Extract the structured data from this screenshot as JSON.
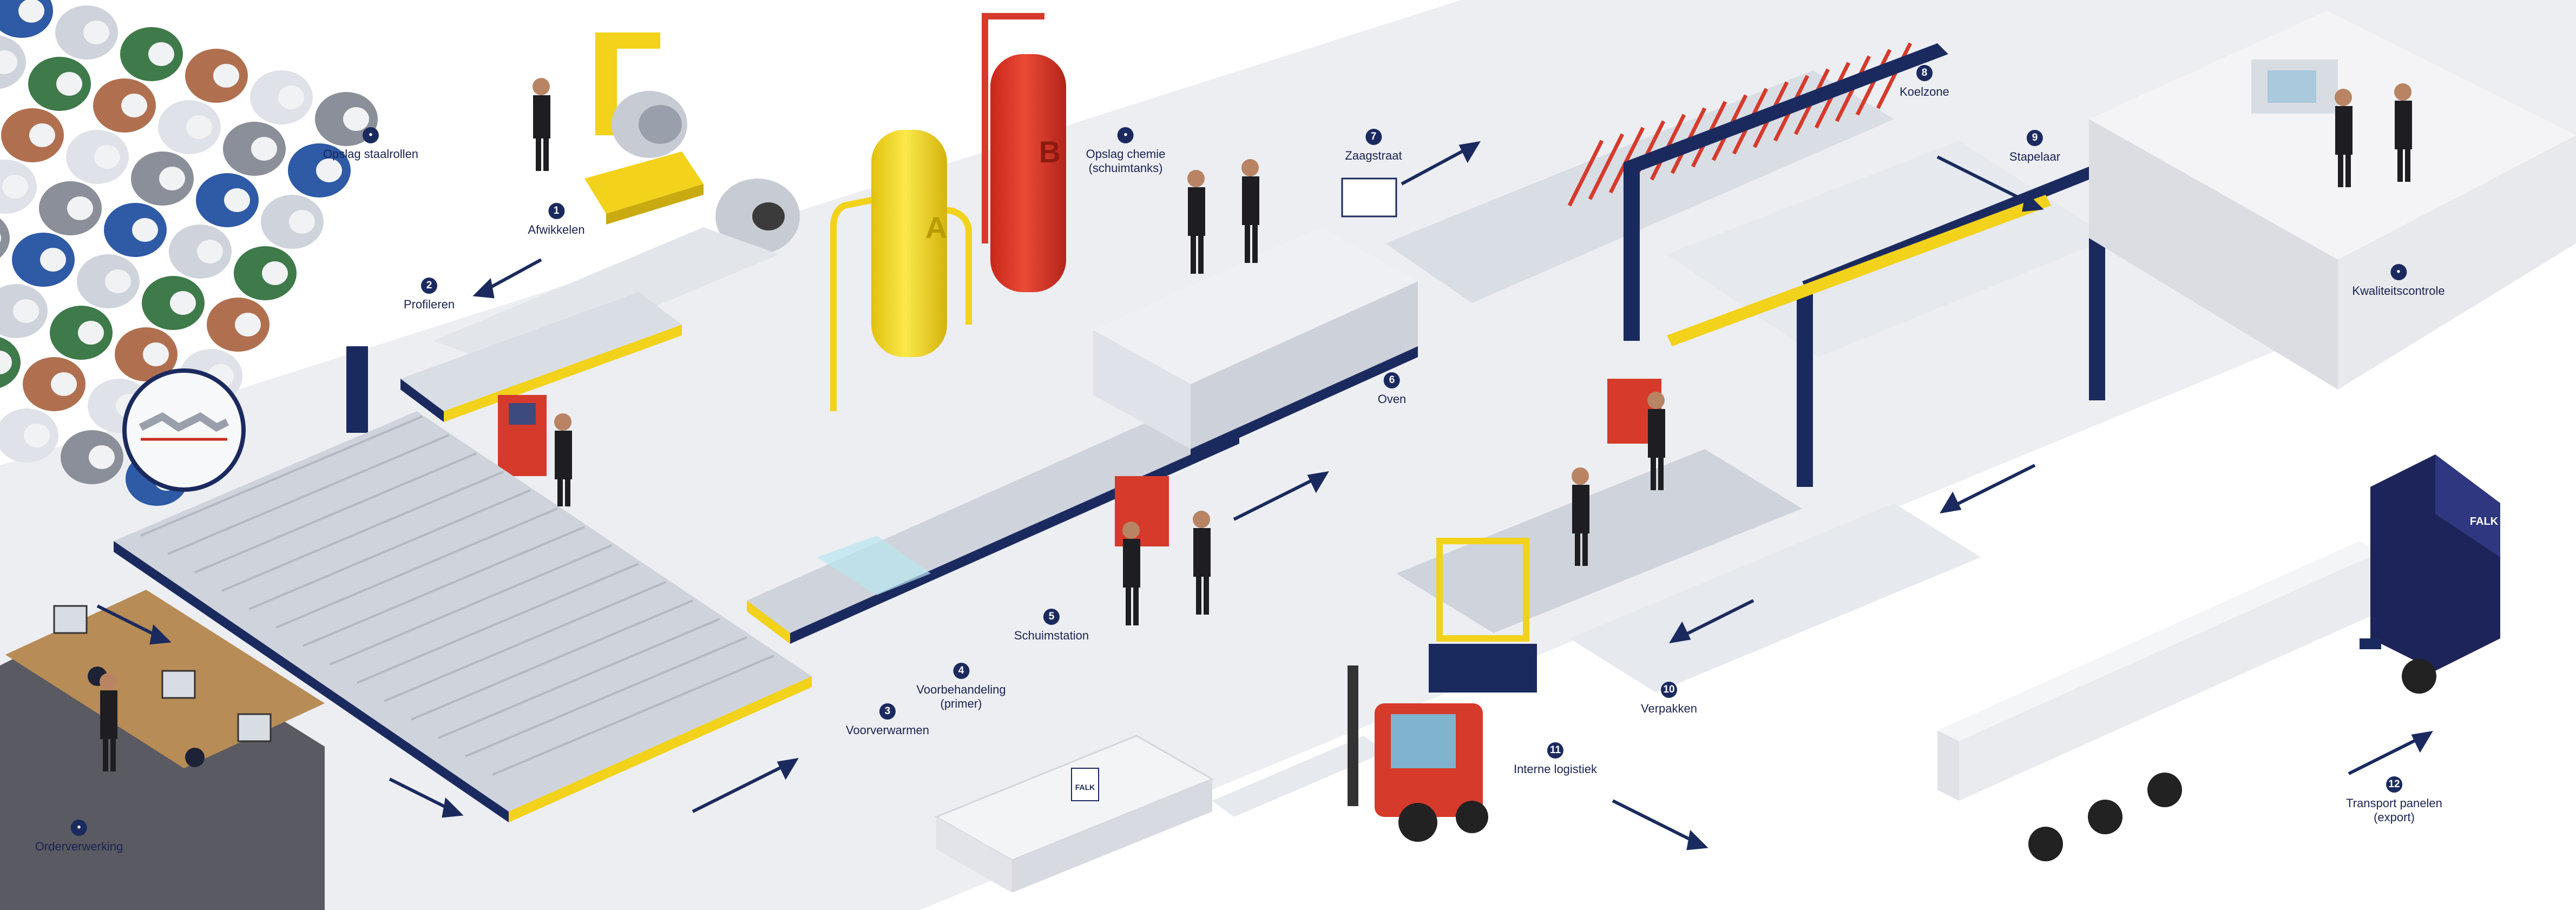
{
  "colors": {
    "navy": "#1b2a5e",
    "yellow": "#f2d21b",
    "red": "#d63a2b",
    "grey": "#cfd3db",
    "floor": "#eceef2"
  },
  "tanks": {
    "a_label": "A",
    "b_label": "B"
  },
  "trucks": {
    "brand": "FALK"
  },
  "stations": [
    {
      "id": "opslag-staalrollen",
      "marker": "•",
      "label": "Opslag staalrollen"
    },
    {
      "id": "afwikkelen",
      "marker": "1",
      "label": "Afwikkelen"
    },
    {
      "id": "profileren",
      "marker": "2",
      "label": "Profileren"
    },
    {
      "id": "voorverwarmen",
      "marker": "3",
      "label": "Voorverwarmen"
    },
    {
      "id": "voorbehandeling",
      "marker": "4",
      "label": "Voorbehandeling\n(primer)"
    },
    {
      "id": "schuimstation",
      "marker": "5",
      "label": "Schuimstation"
    },
    {
      "id": "opslag-chemie",
      "marker": "•",
      "label": "Opslag chemie\n(schuimtanks)"
    },
    {
      "id": "oven",
      "marker": "6",
      "label": "Oven"
    },
    {
      "id": "zaagstraat",
      "marker": "7",
      "label": "Zaagstraat"
    },
    {
      "id": "koelzone",
      "marker": "8",
      "label": "Koelzone"
    },
    {
      "id": "stapelaar",
      "marker": "9",
      "label": "Stapelaar"
    },
    {
      "id": "kwaliteitscontrole",
      "marker": "•",
      "label": "Kwaliteitscontrole"
    },
    {
      "id": "verpakken",
      "marker": "10",
      "label": "Verpakken"
    },
    {
      "id": "interne-logistiek",
      "marker": "11",
      "label": "Interne logistiek"
    },
    {
      "id": "transport-panelen",
      "marker": "12",
      "label": "Transport panelen\n(export)"
    },
    {
      "id": "orderverwerking",
      "marker": "•",
      "label": "Orderverwerking"
    }
  ]
}
